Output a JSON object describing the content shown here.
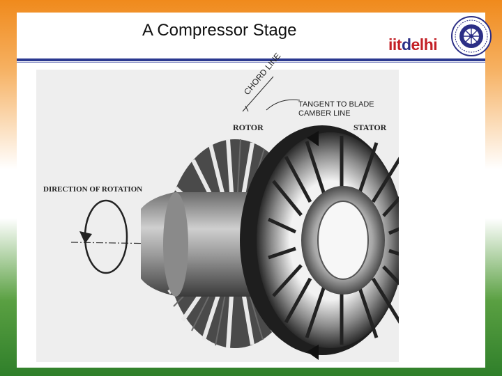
{
  "slide": {
    "title": "A Compressor Stage"
  },
  "logo": {
    "part1": "iit",
    "part2": "d",
    "part3": "elhi"
  },
  "diagram": {
    "labels": {
      "chord_line": "CHORD LINE",
      "tangent": "TANGENT TO BLADE",
      "camber": "CAMBER LINE",
      "rotor": "ROTOR",
      "stator": "STATOR",
      "direction": "DIRECTION OF ROTATION"
    }
  },
  "colors": {
    "rule": "#2b3990",
    "logo_red": "#c32026",
    "logo_blue": "#2c2f86"
  }
}
